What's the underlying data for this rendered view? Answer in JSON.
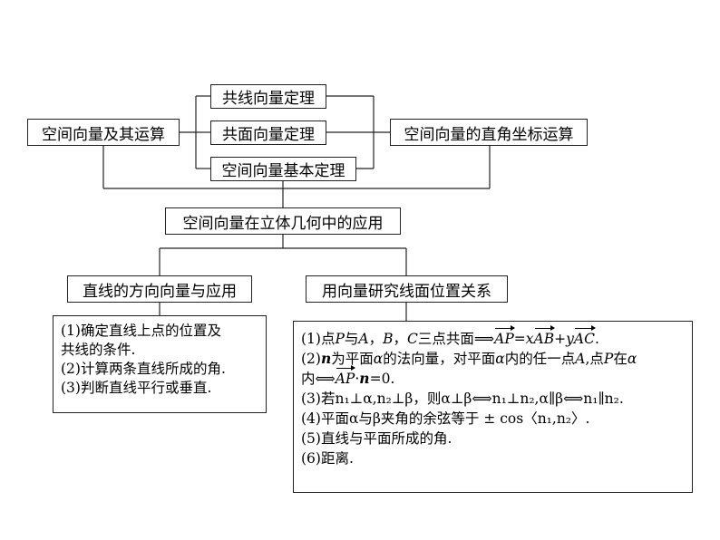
{
  "nodes": {
    "space_vector_ops": "空间向量及其运算",
    "collinear_theorem": "共线向量定理",
    "coplanar_theorem": "共面向量定理",
    "basic_theorem": "空间向量基本定理",
    "coord_ops": "空间向量的直角坐标运算",
    "application": "空间向量在立体几何中的应用",
    "line_direction": "直线的方向向量与应用",
    "study_relations": "用向量研究线面位置关系"
  },
  "left_panel": {
    "l1": "(1)确定直线上点的位置及",
    "l2": "共线的条件.",
    "l3": "(2)计算两条直线所成的角.",
    "l4": "(3)判断直线平行或垂直."
  },
  "right_panel": {
    "r1_a": "(1)点",
    "r1_P": "P",
    "r1_b": "与",
    "r1_A": "A",
    "r1_c": "，",
    "r1_B": "B",
    "r1_d": "，",
    "r1_C": "C",
    "r1_e": "三点共面⟹",
    "r1_AP": "AP",
    "r1_f": "=",
    "r1_x": "x",
    "r1_AB": "AB",
    "r1_g": "+",
    "r1_y": "y",
    "r1_AC": "AC",
    "r1_h": ".",
    "r2_a": "(2)",
    "r2_n": "n",
    "r2_b": "为平面",
    "r2_alpha": "α",
    "r2_c": "的法向量，对平面",
    "r2_alpha2": "α",
    "r2_d": "内的任一点",
    "r2_A": "A",
    "r2_e": ",点",
    "r2_P": "P",
    "r2_f": "在",
    "r2_alpha3": "α",
    "r3_a": "内⟺",
    "r3_AP": "AP",
    "r3_b": "·",
    "r3_n": "n",
    "r3_c": "=0.",
    "r4": "(3)若n₁⊥α,n₂⊥β，则α⊥β⟺n₁⊥n₂,α∥β⟺n₁∥n₂.",
    "r5": "(4)平面α与β夹角的余弦等于 ± cos〈n₁,n₂〉.",
    "r6": "(5)直线与平面所成的角.",
    "r7": "(6)距离."
  }
}
